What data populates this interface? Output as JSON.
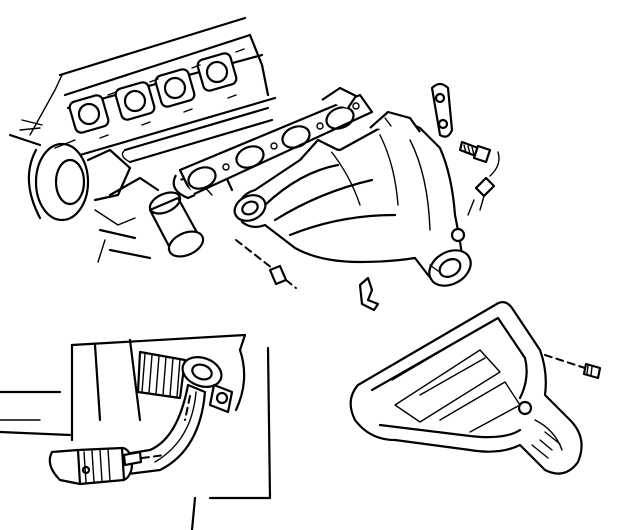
{
  "figure": {
    "views": [
      "exhaust-manifold-exploded-view",
      "exhaust-pipe-connection-view",
      "heat-shield-view"
    ],
    "icons": [
      "engine-block-icon",
      "exhaust-manifold-icon",
      "manifold-gasket-icon",
      "bolt-icon",
      "stud-icon",
      "oxygen-sensor-icon",
      "bracket-icon",
      "exhaust-pipe-icon",
      "flex-joint-icon",
      "heat-shield-icon"
    ],
    "colors": {
      "ink": "#000000",
      "paper": "#ffffff"
    }
  }
}
